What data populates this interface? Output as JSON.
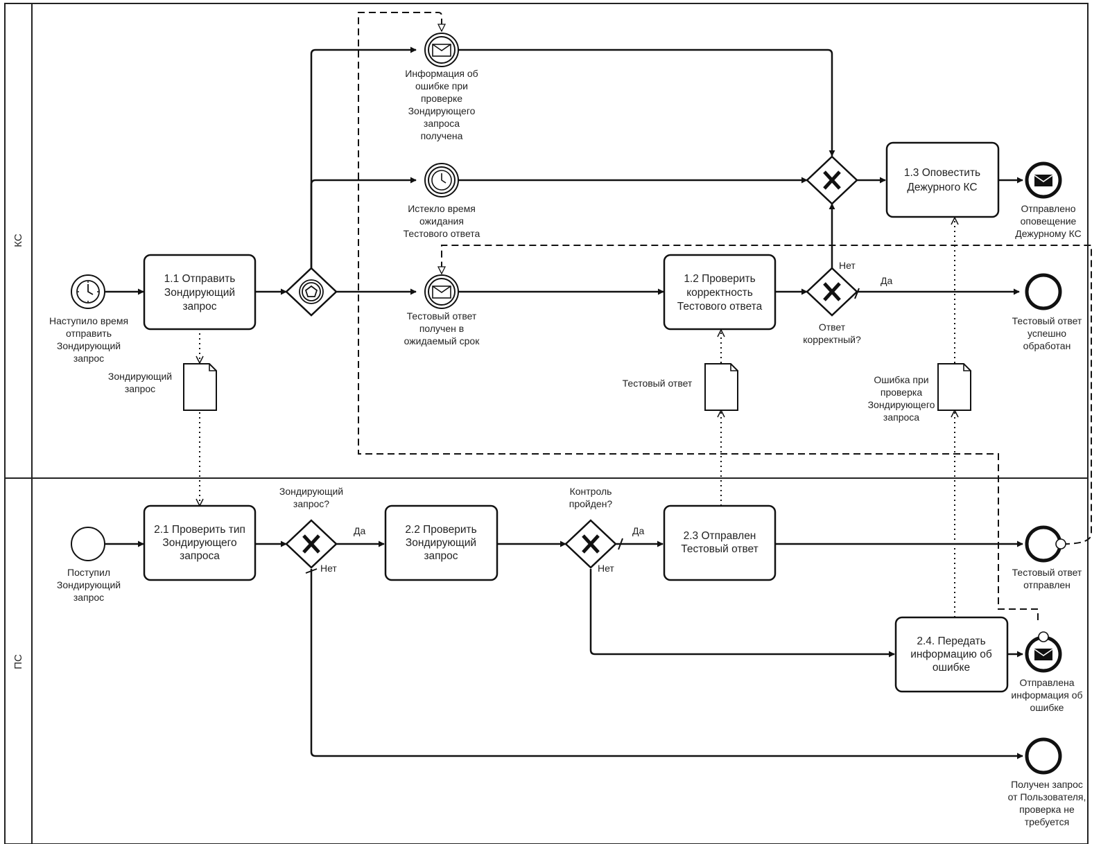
{
  "lanes": [
    {
      "id": "ks",
      "label": "КС"
    },
    {
      "id": "ps",
      "label": "ПС"
    }
  ],
  "tasks": {
    "t11": [
      "1.1 Отправить",
      "Зондирующий",
      "запрос"
    ],
    "t12": [
      "1.2 Проверить",
      "корректность",
      "Тестового ответа"
    ],
    "t13": [
      "1.3 Оповестить",
      "Дежурного КС"
    ],
    "t21": [
      "2.1 Проверить тип",
      "Зондирующего",
      "запроса"
    ],
    "t22": [
      "2.2 Проверить",
      "Зондирующий",
      "запрос"
    ],
    "t23": [
      "2.3 Отправлен",
      "Тестовый ответ"
    ],
    "t24": [
      "2.4. Передать",
      "информацию об",
      "ошибке"
    ]
  },
  "events": {
    "start_timer": [
      "Наступило время",
      "отправить",
      "Зондирующий",
      "запрос"
    ],
    "msg_error_received": [
      "Информация об",
      "ошибке при",
      "проверке",
      "Зондирующего",
      "запроса",
      "получена"
    ],
    "timer_expired": [
      "Истекло время",
      "ожидания",
      "Тестового ответа"
    ],
    "msg_test_received": [
      "Тестовый ответ",
      "получен в",
      "ожидаемый срок"
    ],
    "end_notified": [
      "Отправлено",
      "оповещение",
      "Дежурному КС"
    ],
    "end_processed": [
      "Тестовый ответ",
      "успешно",
      "обработан"
    ],
    "start_ps": [
      "Поступил",
      "Зондирующий",
      "запрос"
    ],
    "end_sent": [
      "Тестовый ответ",
      "отправлен"
    ],
    "end_error_sent": [
      "Отправлена",
      "информация об",
      "ошибке"
    ],
    "end_user_request": [
      "Получен запрос",
      "от Пользователя,",
      "проверка не",
      "требуется"
    ]
  },
  "gateways": {
    "g_correct": [
      "Ответ",
      "корректный?"
    ],
    "g_probe": [
      "Зондирующий",
      "запрос?"
    ],
    "g_control": [
      "Контроль",
      "пройден?"
    ]
  },
  "flow_labels": {
    "no": "Нет",
    "yes": "Да"
  },
  "data_objects": {
    "d_probe": [
      "Зондирующий",
      "запрос"
    ],
    "d_test": [
      "Тестовый ответ"
    ],
    "d_error": [
      "Ошибка при",
      "проверка",
      "Зондирующего",
      "запроса"
    ]
  }
}
